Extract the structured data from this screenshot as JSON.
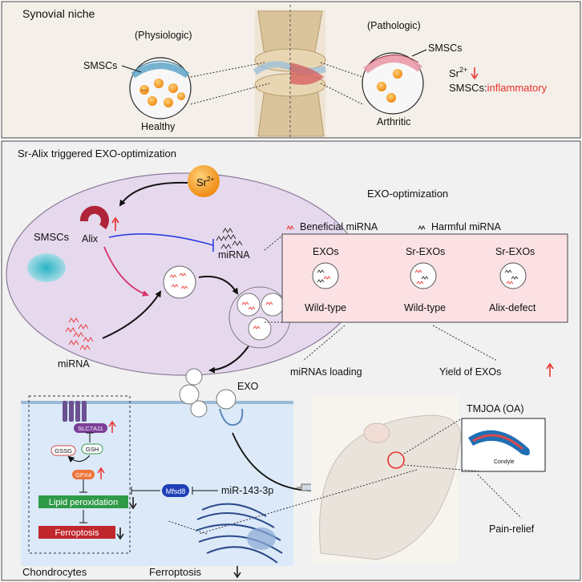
{
  "top_panel": {
    "title": "Synovial niche",
    "physio_label": "(Physiologic)",
    "smscs_left": "SMSCs",
    "healthy_label": "Healthy",
    "patho_label": "(Pathologic)",
    "smscs_right": "SMSCs",
    "sr_base": "Sr",
    "sr_sup": "2+",
    "smscs_state_prefix": "SMSCs:",
    "smscs_state_value": "inflammatory",
    "arthritic_label": "Arthritic",
    "sr_bead": "Sr2+"
  },
  "bottom_panel": {
    "title": "Sr-Alix triggered EXO-optimization",
    "sr_ion_base": "Sr",
    "sr_ion_sup": "2+",
    "alix_label": "Alix",
    "mirna_top": "miRNA",
    "smscs_label": "SMSCs",
    "mirna_bottom": "miRNA",
    "exo_label": "EXO",
    "exo_opt_title": "EXO-optimization",
    "legend_beneficial": "Beneficial miRNA",
    "legend_harmful": "Harmful miRNA",
    "groups": [
      {
        "name": "EXOs",
        "type": "Wild-type"
      },
      {
        "name": "Sr-EXOs",
        "type": "Wild-type"
      },
      {
        "name": "Sr-EXOs",
        "type": "Alix-defect"
      }
    ],
    "mirnas_loading": "miRNAs loading",
    "yield_label": "Yield of EXOs",
    "tmjoa_label": "TMJOA (OA)",
    "condyle_label": "Condyle",
    "pain_relief": "Pain-relief",
    "slc7a11": "SLC7A11",
    "gssg": "GSSG",
    "gsh": "GSH",
    "gpx4": "GPX4",
    "mfsd8": "Mfsd8",
    "mir143": "miR-143-3p",
    "lipid_perox": "Lipid peroxidation",
    "ferroptosis_box": "Ferroptosis",
    "chondrocytes": "Chondrocytes",
    "ferroptosis_bottom": "Ferroptosis"
  },
  "colors": {
    "top_bg": "#f4efe8",
    "bottom_bg": "#f1f1f1",
    "cell_fill": "#e6d9ee",
    "pink_box": "#fbe1e4",
    "chondro_bg": "#dbe9f8",
    "accent_red": "#e8312b",
    "sr_orange": "#f39a1e",
    "green": "#2f9a47",
    "dark_red": "#c0272d"
  }
}
